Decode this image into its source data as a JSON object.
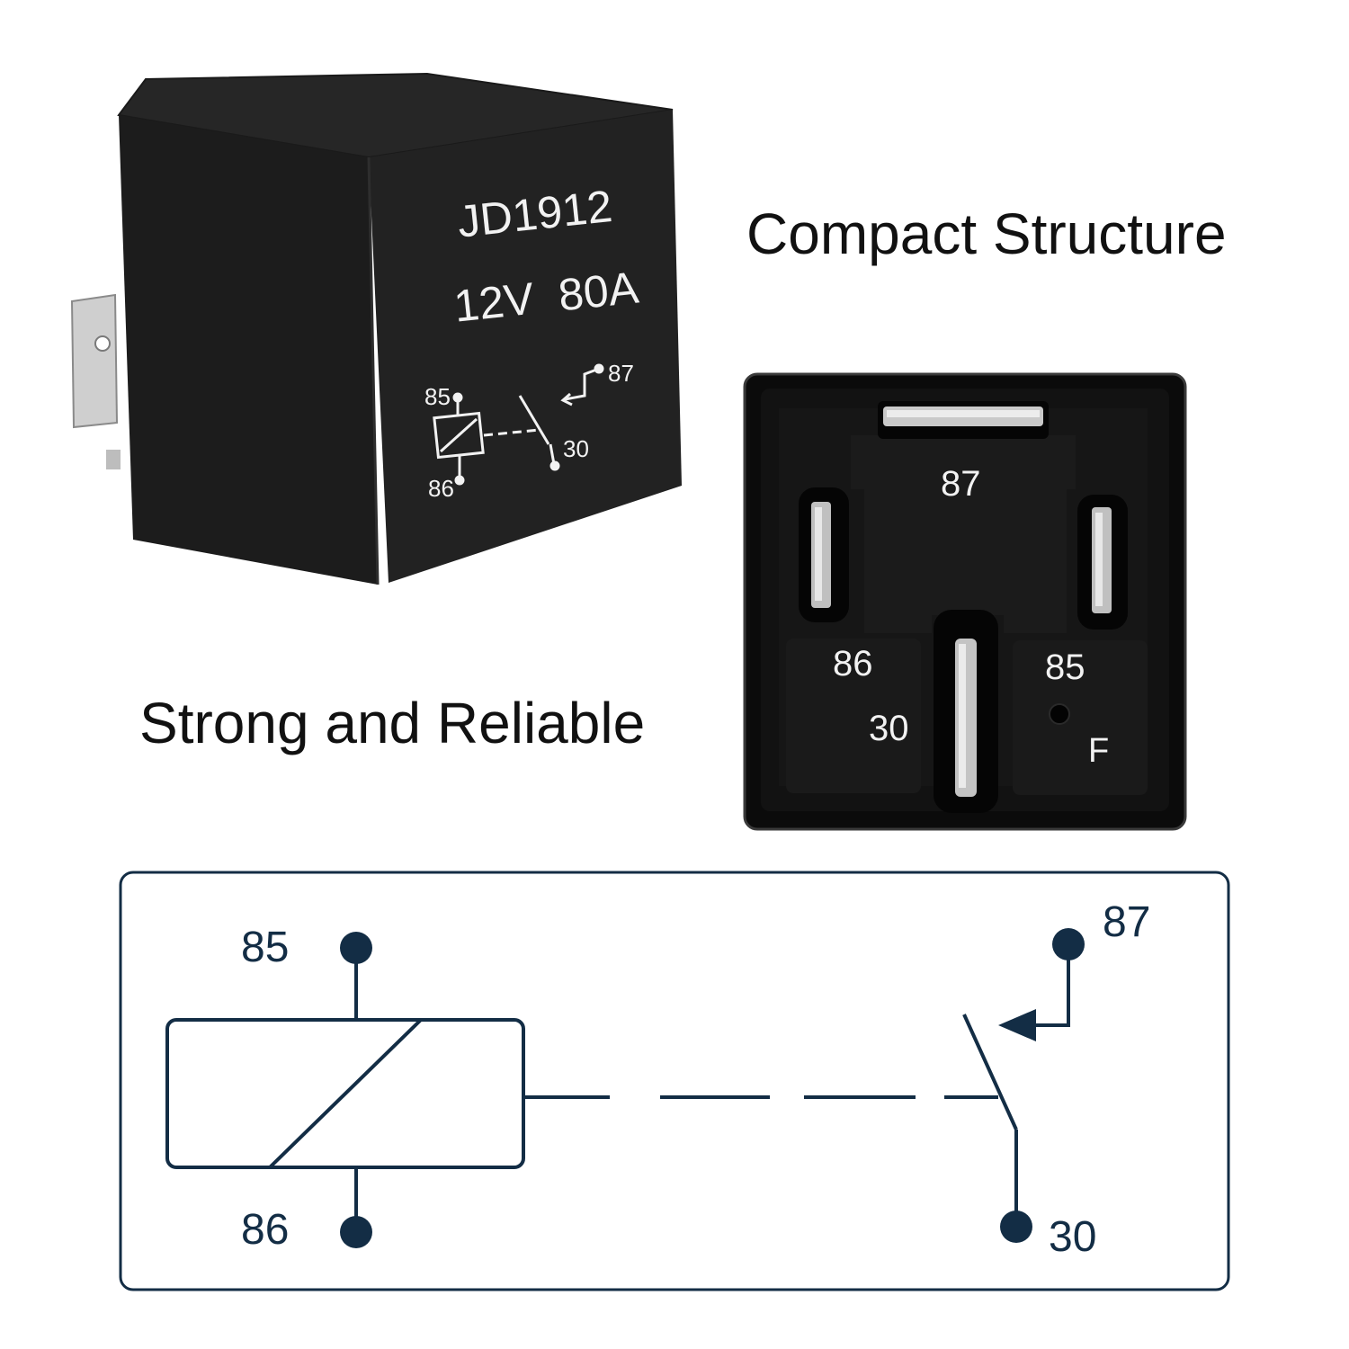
{
  "colors": {
    "relay_body": "#1e1e1e",
    "relay_top": "#2a2a2a",
    "print_white": "#f2f2f2",
    "base_black": "#0d0d0d",
    "terminal_silver": "#c9c9c9",
    "schematic_navy": "#132d45",
    "panel_border": "#132d45",
    "caption_text": "#111111"
  },
  "relay_front": {
    "model": "JD1912",
    "rating": "12V  80A",
    "mini_schematic": {
      "pin_85": "85",
      "pin_86": "86",
      "pin_87": "87",
      "pin_30": "30"
    }
  },
  "captions": {
    "compact": "Compact Structure",
    "strong": "Strong and Reliable"
  },
  "relay_base": {
    "pin_87": "87",
    "pin_86": "86",
    "pin_85": "85",
    "pin_30": "30",
    "mark_f": "F"
  },
  "schematic": {
    "pin_85": "85",
    "pin_86": "86",
    "pin_87": "87",
    "pin_30": "30"
  }
}
